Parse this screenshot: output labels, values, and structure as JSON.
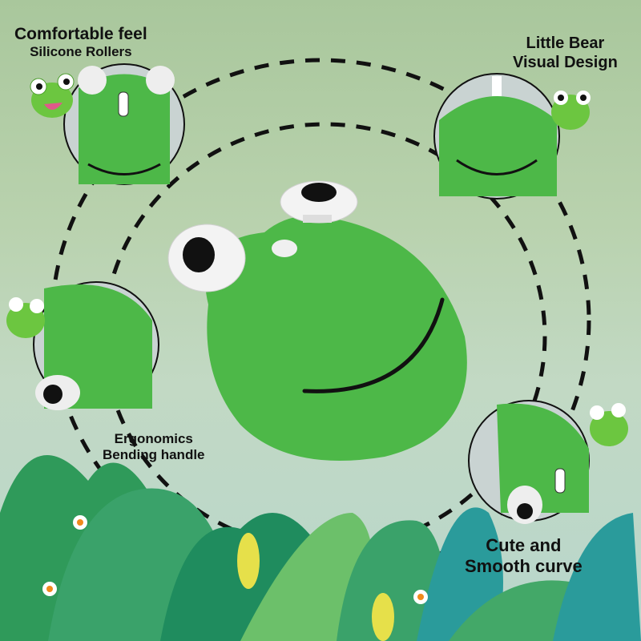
{
  "features": {
    "top_left": {
      "title": "Comfortable feel",
      "subtitle": "Silicone Rollers"
    },
    "top_right": {
      "line1": "Little Bear",
      "line2": "Visual Design"
    },
    "middle_left": {
      "line1": "Ergonomics",
      "line2": "Bending handle"
    },
    "bottom_right": {
      "line1": "Cute and",
      "line2": "Smooth curve"
    }
  },
  "colors": {
    "product_green": "#4db848",
    "background": "#b9d2ae",
    "dash": "#111111"
  },
  "product": {
    "name": "frog-shaped mouse"
  }
}
